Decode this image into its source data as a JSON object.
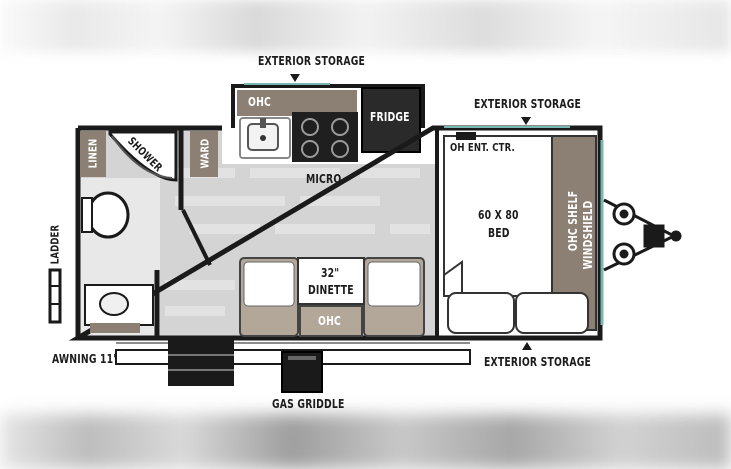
{
  "labels": {
    "exterior_storage_top": "EXTERIOR STORAGE",
    "exterior_storage_right_top": "EXTERIOR STORAGE",
    "exterior_storage_bottom": "EXTERIOR STORAGE",
    "ohc_kitchen": "OHC",
    "fridge": "FRIDGE",
    "micro": "MICRO",
    "oh_ent_ctr": "OH ENT. CTR.",
    "bed_size": "60 X 80",
    "bed": "BED",
    "ohc_shelf": "OHC SHELF",
    "windshield": "WINDSHIELD",
    "linen": "LINEN",
    "shower": "SHOWER",
    "ward": "WARD",
    "ladder": "LADDER",
    "dinette_size": "32\"",
    "dinette": "DINETTE",
    "ohc_dinette": "OHC",
    "awning": "AWNING 11'",
    "gas_griddle": "GAS GRIDDLE"
  },
  "colors": {
    "wall": "#1a1a1a",
    "floor": "#d6d6d6",
    "counter": "#8c8074",
    "cushion": "#b3a799",
    "accent": "#79b8b2"
  }
}
